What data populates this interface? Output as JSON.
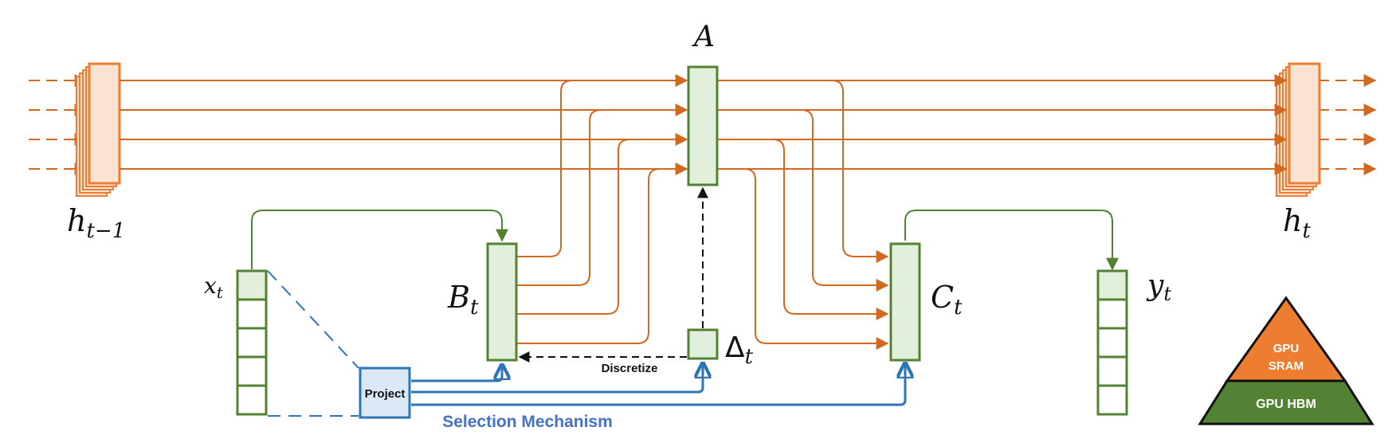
{
  "labels": {
    "A": "A",
    "h_prev": "h",
    "h_prev_sub": "t−1",
    "h_next": "h",
    "h_next_sub": "t",
    "x": "x",
    "x_sub": "t",
    "y": "y",
    "y_sub": "t",
    "B": "B",
    "B_sub": "t",
    "C": "C",
    "C_sub": "t",
    "delta": "Δ",
    "delta_sub": "t",
    "project": "Project",
    "discretize": "Discretize",
    "selection": "Selection Mechanism",
    "sram_line1": "GPU",
    "sram_line2": "SRAM",
    "hbm": "GPU HBM"
  },
  "colors": {
    "orange": "#d2691e",
    "orange_fill": "#fbe3d4",
    "green": "#548235",
    "green_fill": "#e2efda",
    "blue": "#2e75b6",
    "blue_fill": "#dae8f7",
    "pyramid_top": "#ed7d31",
    "pyramid_bottom": "#548235"
  }
}
